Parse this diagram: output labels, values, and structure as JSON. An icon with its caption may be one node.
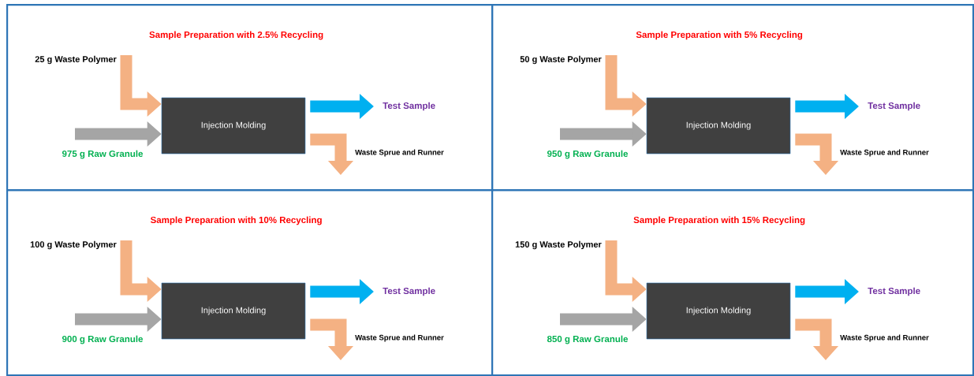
{
  "diagram": {
    "nodes": [
      {
        "text": [
          "Sample Preparation with 2.5% Recycling"
        ]
      },
      {
        "text": [
          "25 g Waste Polymer"
        ],
        "in": 0
      },
      {
        "text": [
          "975 g Raw Granule"
        ],
        "in": 0
      },
      {
        "text": [
          "Injection Molding"
        ],
        "in": 0
      },
      {
        "text": [
          "Test Sample"
        ],
        "in": 0
      },
      {
        "text": [
          "Waste Sprue and Runner"
        ],
        "in": 0
      },
      {
        "text": [
          "Sample Preparation with 5% Recycling"
        ]
      },
      {
        "text": [
          "50 g Waste Polymer"
        ],
        "in": 6
      },
      {
        "text": [
          "950 g Raw Granule"
        ],
        "in": 6
      },
      {
        "text": [
          "Injection Molding"
        ],
        "in": 6
      },
      {
        "text": [
          "Test Sample"
        ],
        "in": 6
      },
      {
        "text": [
          "Waste Sprue and Runner"
        ],
        "in": 6
      },
      {
        "text": [
          "Sample Preparation with 10% Recycling"
        ]
      },
      {
        "text": [
          "100 g Waste Polymer"
        ],
        "in": 12
      },
      {
        "text": [
          "900 g Raw Granule"
        ],
        "in": 12
      },
      {
        "text": [
          "Injection Molding"
        ],
        "in": 12
      },
      {
        "text": [
          "Test Sample"
        ],
        "in": 12
      },
      {
        "text": [
          "Waste Sprue and Runner"
        ],
        "in": 12
      },
      {
        "text": [
          "Sample Preparation with 15% Recycling"
        ]
      },
      {
        "text": [
          "150 g Waste Polymer"
        ],
        "in": 18
      },
      {
        "text": [
          "850 g Raw Granule"
        ],
        "in": 18
      },
      {
        "text": [
          "Injection Molding"
        ],
        "in": 18
      },
      {
        "text": [
          "Test Sample"
        ],
        "in": 18
      },
      {
        "text": [
          "Waste Sprue and Runner"
        ],
        "in": 18
      }
    ],
    "edges": [
      {
        "from": 1,
        "to": 3,
        "arrow": "to",
        "color": "#f4b183"
      },
      {
        "from": 2,
        "to": 3,
        "arrow": "to",
        "color": "#a5a5a5"
      },
      {
        "from": 3,
        "to": 4,
        "arrow": "to",
        "color": "#00b0f0"
      },
      {
        "from": 3,
        "to": 5,
        "arrow": "to",
        "color": "#f4b183"
      },
      {
        "from": 7,
        "to": 9,
        "arrow": "to",
        "color": "#f4b183"
      },
      {
        "from": 8,
        "to": 9,
        "arrow": "to",
        "color": "#a5a5a5"
      },
      {
        "from": 9,
        "to": 10,
        "arrow": "to",
        "color": "#00b0f0"
      },
      {
        "from": 9,
        "to": 11,
        "arrow": "to",
        "color": "#f4b183"
      },
      {
        "from": 13,
        "to": 15,
        "arrow": "to",
        "color": "#f4b183"
      },
      {
        "from": 14,
        "to": 15,
        "arrow": "to",
        "color": "#a5a5a5"
      },
      {
        "from": 15,
        "to": 16,
        "arrow": "to",
        "color": "#00b0f0"
      },
      {
        "from": 15,
        "to": 17,
        "arrow": "to",
        "color": "#f4b183"
      },
      {
        "from": 19,
        "to": 21,
        "arrow": "to",
        "color": "#f4b183"
      },
      {
        "from": 20,
        "to": 21,
        "arrow": "to",
        "color": "#a5a5a5"
      },
      {
        "from": 21,
        "to": 22,
        "arrow": "to",
        "color": "#00b0f0"
      },
      {
        "from": 21,
        "to": 23,
        "arrow": "to",
        "color": "#f4b183"
      }
    ]
  }
}
